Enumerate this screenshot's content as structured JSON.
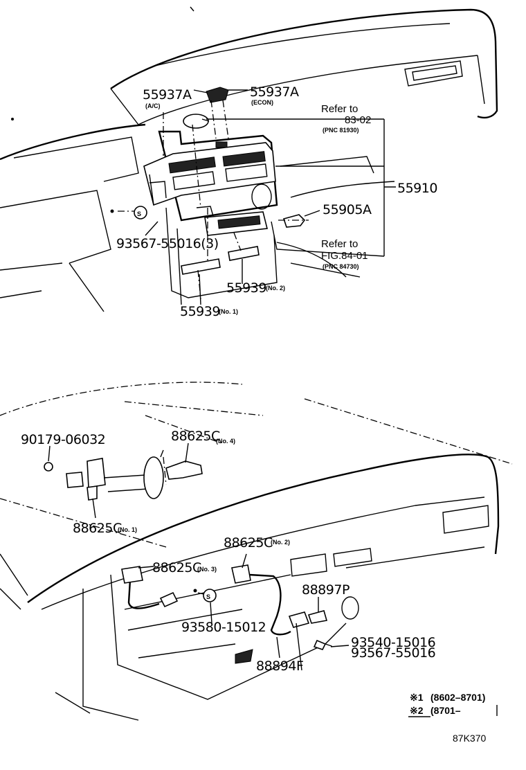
{
  "labels": {
    "p55937a_left": "55937A",
    "p55937a_left_sub": "(A/C)",
    "p55937a_right": "55937A",
    "p55937a_right_sub": "(ECON)",
    "ref1_line1": "Refer to",
    "ref1_line2": "83-02",
    "ref1_pnc": "(PNC 81930)",
    "p55910": "55910",
    "p55905a": "55905A",
    "p93567_55016_3": "93567-55016(3)",
    "ref2_line1": "Refer to",
    "ref2_line2": "FIG.84-01",
    "ref2_pnc": "(PNC 84730)",
    "p55939_no2": "55939",
    "p55939_no2_sub": "(No. 2)",
    "p55939_no1": "55939",
    "p55939_no1_sub": "(No. 1)",
    "p90179": "90179-06032",
    "p88625c_no4": "88625C",
    "p88625c_no4_sub": "(No. 4)",
    "p88625c_no1": "88625C",
    "p88625c_no1_sub": "(No. 1)",
    "p88625c_no2": "88625C",
    "p88625c_no2_sub": "(No. 2)",
    "p88625c_no3": "88625C",
    "p88625c_no3_sub": "(No. 3)",
    "p88897p": "88897P",
    "p93580": "93580-15012",
    "p93540": "93540-15016",
    "p93567_55016": "93567-55016",
    "p88894f": "88894F"
  },
  "notes": {
    "note1_mark": "※1",
    "note1_range": "(8602–8701)",
    "note2_mark": "※2",
    "note2_range": "(8701–",
    "figure_code": "87K370"
  }
}
